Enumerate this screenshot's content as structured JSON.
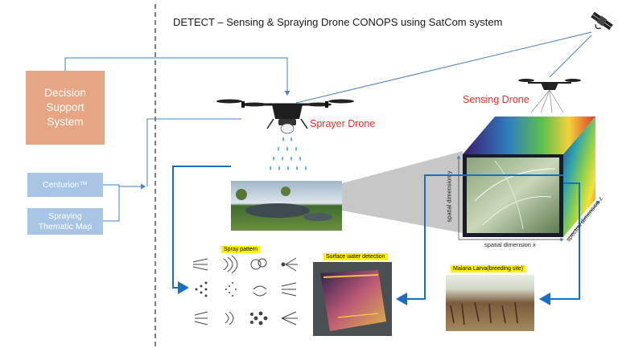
{
  "title": "DETECT – Sensing & Spraying Drone CONOPS using SatCom system",
  "decision_support": "Decision Support System",
  "centurion": "Centurion™",
  "spraying_map": "Spraying Thematic Map",
  "sprayer_drone": "Sprayer Drone",
  "sensing_drone": "Sensing Drone",
  "spray_pattern": "Spray pattern",
  "surface_water": "Surface water detection",
  "malaria_larva": "Malaria Larva(breeding site)",
  "axis_y": "spatial dimension y",
  "axis_x": "spatial dimension x",
  "axis_z": "spectral dimension z",
  "colors": {
    "arrow_blue": "#1a6fc2",
    "label_red": "#e4322b",
    "dss_box": "#e6a583",
    "source_box": "#a9c5e6"
  }
}
